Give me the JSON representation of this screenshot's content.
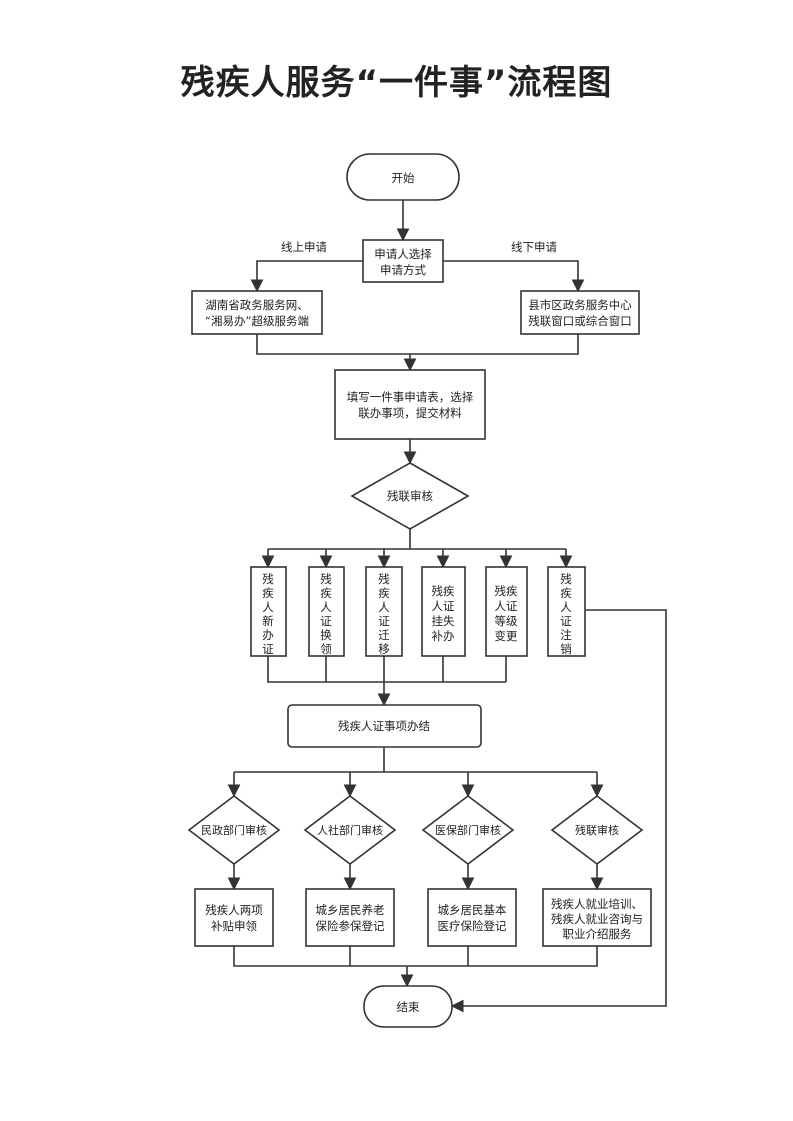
{
  "title": "残疾人服务“一件事”流程图",
  "nodes": {
    "start": "开始",
    "choose": [
      "申请人选择",
      "申请方式"
    ],
    "online_label": "线上申请",
    "offline_label": "线下申请",
    "online": [
      "湖南省政务服务网、",
      "“湘易办”超级服务端"
    ],
    "offline": [
      "县市区政务服务中心",
      "残联窗口或综合窗口"
    ],
    "fill_form": [
      "填写一件事申请表，选择",
      "联办事项，提交材料"
    ],
    "review": "残联审核",
    "items": [
      [
        "残",
        "疾",
        "人",
        "新",
        "办",
        "证"
      ],
      [
        "残",
        "疾",
        "人",
        "证",
        "换",
        "领"
      ],
      [
        "残",
        "疾",
        "人",
        "证",
        "迁",
        "移"
      ],
      [
        "残疾",
        "人证",
        "挂失",
        "补办"
      ],
      [
        "残疾",
        "人证",
        "等级",
        "变更"
      ],
      [
        "残",
        "疾",
        "人",
        "证",
        "注",
        "销"
      ]
    ],
    "completed": "残疾人证事项办结",
    "dept_reviews": [
      "民政部门审核",
      "人社部门审核",
      "医保部门审核",
      "残联审核"
    ],
    "services": [
      [
        "残疾人两项",
        "补贴申领"
      ],
      [
        "城乡居民养老",
        "保险参保登记"
      ],
      [
        "城乡居民基本",
        "医疗保险登记"
      ],
      [
        "残疾人就业培训、",
        "残疾人就业咨询与",
        "职业介绍服务"
      ]
    ],
    "end": "结束"
  }
}
